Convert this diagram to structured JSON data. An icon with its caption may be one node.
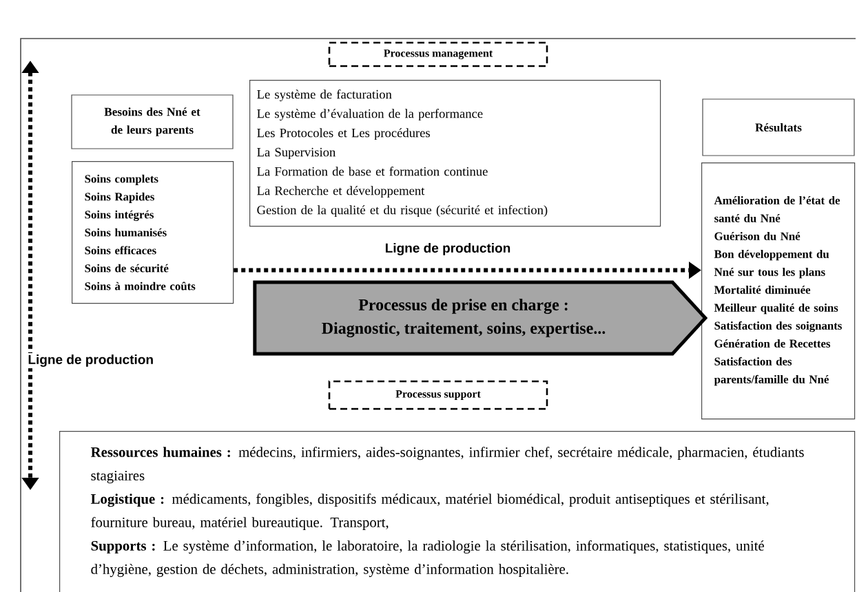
{
  "diagram": {
    "nodes": [
      {
        "text": [
          "Processus management"
        ]
      },
      {
        "text": [
          "Le système de facturation",
          "Le système d’évaluation de la performance",
          "Les Protocoles et Les procédures",
          "La Supervision",
          "La Formation de base et formation continue",
          "La Recherche et développement",
          "Gestion de la qualité et du risque (sécurité et infection)"
        ]
      },
      {
        "text": [
          "Besoins des Nné et de leurs parents"
        ]
      },
      {
        "text": [
          "Soins complets",
          "Soins Rapides",
          "Soins intégrés",
          "Soins humanisés",
          "Soins efficaces",
          "Soins de sécurité",
          "Soins à moindre coûts"
        ]
      },
      {
        "text": [
          "Résultats"
        ]
      },
      {
        "text": [
          "Amélioration de l’état de santé du Nné",
          "Guérison du Nné",
          "Bon développement du Nné sur tous les plans",
          "Mortalité diminuée",
          "Meilleur qualité de soins",
          "Satisfaction des soignants",
          "Génération de Recettes",
          "Satisfaction des parents/famille du Nné"
        ]
      },
      {
        "text": [
          "Processus de prise en charge :",
          "Diagnostic, traitement, soins, expertise..."
        ]
      },
      {
        "text": [
          "Processus support"
        ]
      },
      {
        "text": [
          "**Ressources humaines :** médecins, infirmiers, aides-soignantes, infirmier chef, secrétaire médicale, pharmacien, étudiants stagiaires",
          "**Logistique :** médicaments, fongibles, dispositifs médicaux, matériel biomédical, produit antiseptiques et stérilisant, fourniture bureau, matériel bureautique. Transport,",
          "**Supports :** Le système d’information, le laboratoire, la radiologie la stérilisation, informatiques, statistiques, unité d’hygiène, gestion de déchets, administration, système d’information hospitalière."
        ]
      }
    ],
    "edges": [
      {
        "from": 3,
        "to": 5,
        "arrow": "to",
        "label": "Ligne de production",
        "style": "dashed"
      }
    ],
    "labels": [
      "Ligne de production"
    ]
  }
}
